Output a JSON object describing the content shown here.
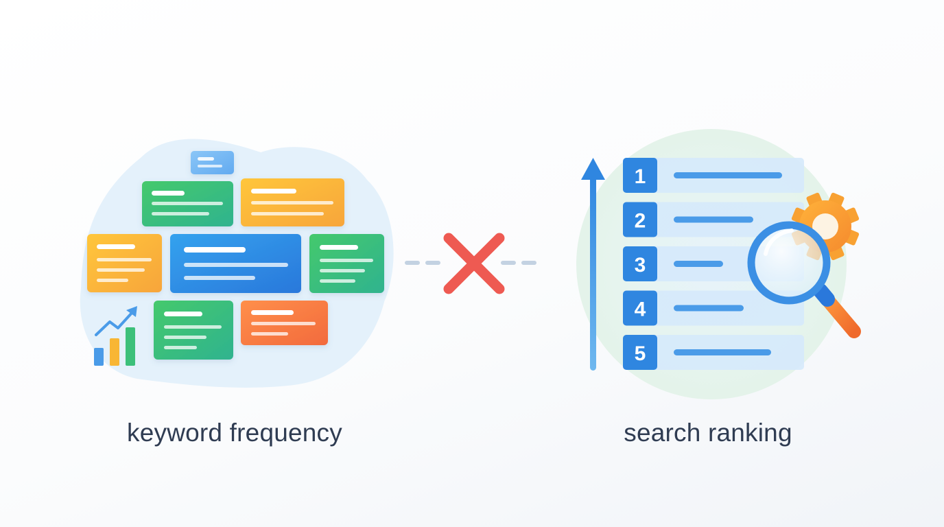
{
  "labels": {
    "left": "keyword frequency",
    "right": "search ranking"
  },
  "ranking": {
    "numbers": [
      "1",
      "2",
      "3",
      "4",
      "5"
    ]
  },
  "icons": {
    "connector": "red-x-icon",
    "up_arrow": "up-arrow-icon",
    "gear": "gear-icon",
    "magnifier": "magnifier-icon",
    "chart": "bar-chart-icon"
  },
  "colors": {
    "cross": "#ee5a52",
    "blue": "#2f86e0",
    "green": "#3cc07a",
    "yellow": "#f8b634",
    "orange": "#f47b42",
    "text": "#2f3c52"
  }
}
